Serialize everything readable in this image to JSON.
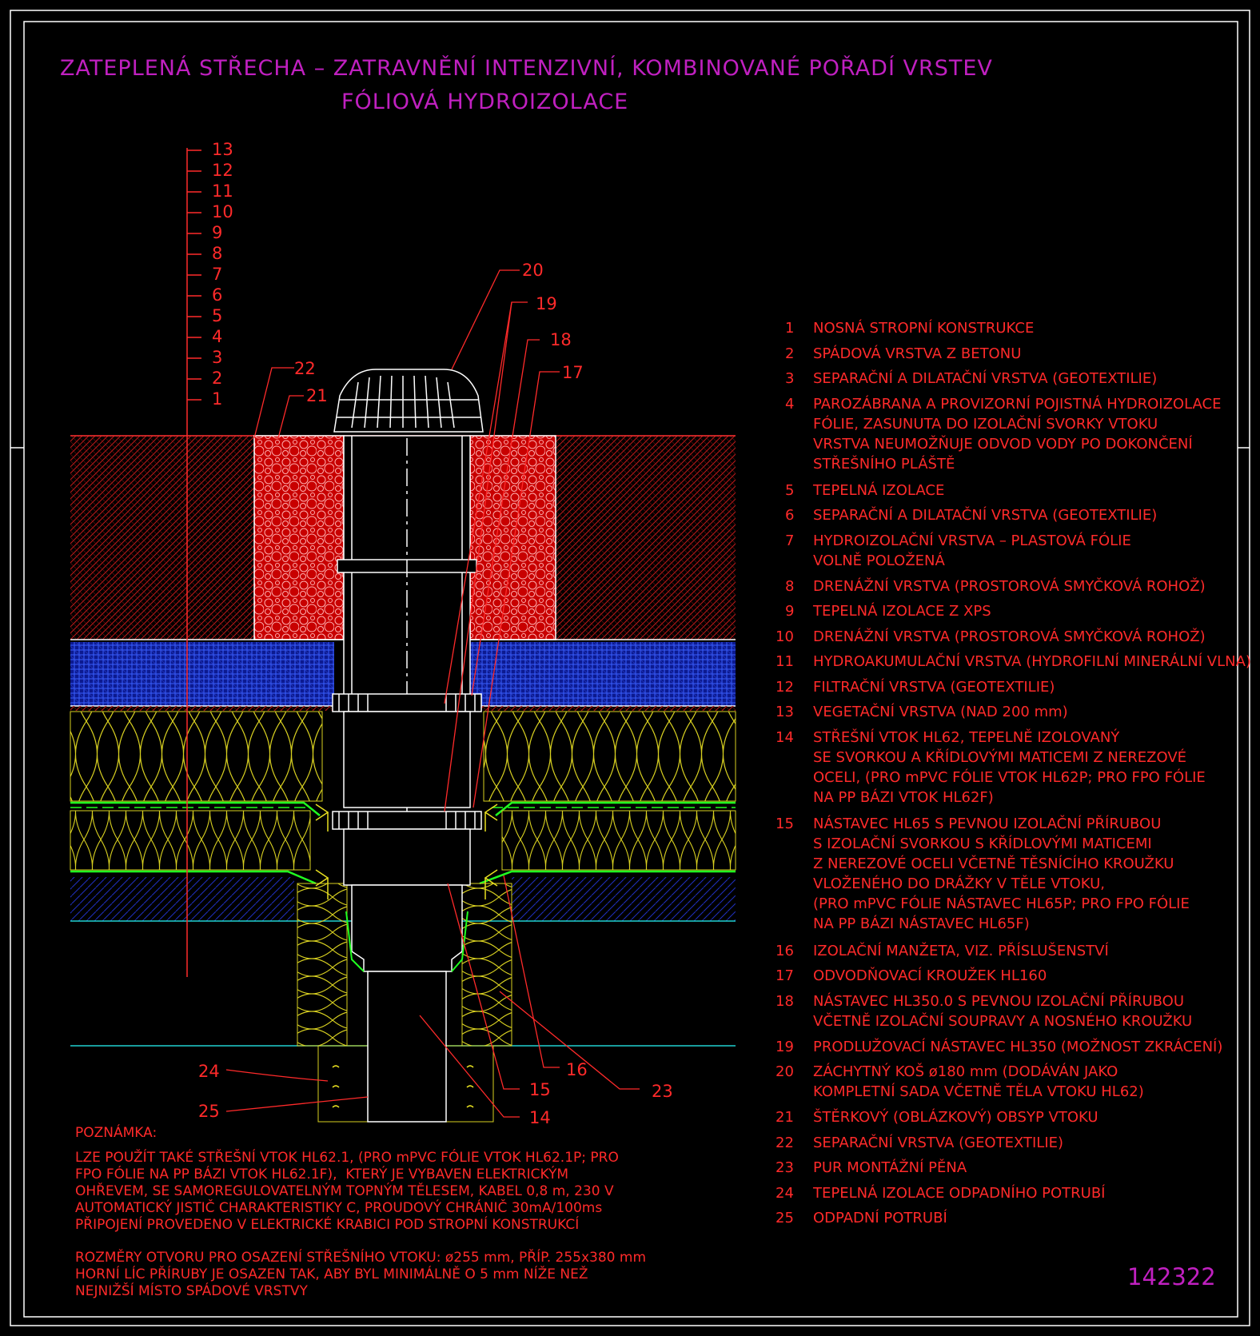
{
  "title": {
    "line1": "ZATEPLENÁ STŘECHA – ZATRAVNĚNÍ INTENZIVNÍ, KOMBINOVANÉ POŘADÍ VRSTEV",
    "line2": "FÓLIOVÁ HYDROIZOLACE"
  },
  "layer_ticks": [
    "13",
    "12",
    "11",
    "10",
    "9",
    "8",
    "7",
    "6",
    "5",
    "4",
    "3",
    "2",
    "1"
  ],
  "callouts": {
    "c20": "20",
    "c19": "19",
    "c18": "18",
    "c17": "17",
    "c22": "22",
    "c21": "21",
    "c24": "24",
    "c25": "25",
    "c16": "16",
    "c15": "15",
    "c14": "14",
    "c23": "23"
  },
  "legend": [
    {
      "num": "1",
      "text": "NOSNÁ STROPNÍ KONSTRUKCE"
    },
    {
      "num": "2",
      "text": "SPÁDOVÁ VRSTVA Z BETONU"
    },
    {
      "num": "3",
      "text": "SEPARAČNÍ A DILATAČNÍ VRSTVA (GEOTEXTILIE)"
    },
    {
      "num": "4",
      "text": "PAROZÁBRANA A PROVIZORNÍ POJISTNÁ HYDROIZOLACE\nFÓLIE, ZASUNUTA DO IZOLAČNÍ SVORKY VTOKU\nVRSTVA NEUMOŽŇUJE ODVOD VODY PO DOKONČENÍ\nSTŘEŠNÍHO PLÁŠTĚ"
    },
    {
      "num": "5",
      "text": "TEPELNÁ IZOLACE"
    },
    {
      "num": "6",
      "text": "SEPARAČNÍ A DILATAČNÍ VRSTVA (GEOTEXTILIE)"
    },
    {
      "num": "7",
      "text": "HYDROIZOLAČNÍ VRSTVA – PLASTOVÁ FÓLIE\nVOLNĚ POLOŽENÁ"
    },
    {
      "num": "8",
      "text": "DRENÁŽNÍ VRSTVA (PROSTOROVÁ SMYČKOVÁ ROHOŽ)"
    },
    {
      "num": "9",
      "text": "TEPELNÁ IZOLACE Z XPS"
    },
    {
      "num": "10",
      "text": "DRENÁŽNÍ VRSTVA (PROSTOROVÁ SMYČKOVÁ ROHOŽ)"
    },
    {
      "num": "11",
      "text": "HYDROAKUMULAČNÍ VRSTVA (HYDROFILNÍ MINERÁLNÍ VLNA)"
    },
    {
      "num": "12",
      "text": "FILTRAČNÍ VRSTVA (GEOTEXTILIE)"
    },
    {
      "num": "13",
      "text": "VEGETAČNÍ VRSTVA (NAD 200 mm)"
    },
    {
      "num": "14",
      "text": "STŘEŠNÍ VTOK HL62, TEPELNĚ IZOLOVANÝ\nSE SVORKOU A KŘÍDLOVÝMI MATICEMI Z NEREZOVÉ\nOCELI, (PRO mPVC FÓLIE VTOK HL62P; PRO FPO FÓLIE\nNA PP BÁZI VTOK HL62F)"
    },
    {
      "num": "15",
      "text": "NÁSTAVEC HL65 S PEVNOU IZOLAČNÍ PŘÍRUBOU\nS IZOLAČNÍ SVORKOU S KŘÍDLOVÝMI MATICEMI\nZ NEREZOVÉ OCELI VČETNĚ TĚSNÍCÍHO KROUŽKU\nVLOŽENÉHO DO DRÁŽKY V TĚLE VTOKU,\n(PRO mPVC FÓLIE NÁSTAVEC HL65P; PRO FPO FÓLIE\nNA PP BÁZI NÁSTAVEC HL65F)"
    },
    {
      "num": "16",
      "text": "IZOLAČNÍ MANŽETA, VIZ. PŘÍSLUŠENSTVÍ"
    },
    {
      "num": "17",
      "text": "ODVODŇOVACÍ KROUŽEK HL160"
    },
    {
      "num": "18",
      "text": "NÁSTAVEC HL350.0 S PEVNOU IZOLAČNÍ PŘÍRUBOU\nVČETNĚ IZOLAČNÍ SOUPRAVY A NOSNÉHO KROUŽKU"
    },
    {
      "num": "19",
      "text": "PRODLUŽOVACÍ NÁSTAVEC HL350 (MOŽNOST ZKRÁCENÍ)"
    },
    {
      "num": "20",
      "text": "ZÁCHYTNÝ KOŠ ø180 mm (DODÁVÁN JAKO\nKOMPLETNÍ SADA VČETNĚ TĚLA VTOKU HL62)"
    },
    {
      "num": "21",
      "text": "ŠTĚRKOVÝ (OBLÁZKOVÝ) OBSYP VTOKU"
    },
    {
      "num": "22",
      "text": "SEPARAČNÍ VRSTVA (GEOTEXTILIE)"
    },
    {
      "num": "23",
      "text": "PUR MONTÁŽNÍ PĚNA"
    },
    {
      "num": "24",
      "text": "TEPELNÁ IZOLACE ODPADNÍHO POTRUBÍ"
    },
    {
      "num": "25",
      "text": "ODPADNÍ POTRUBÍ"
    }
  ],
  "note": {
    "heading": "POZNÁMKA:",
    "para1": "LZE POUŽÍT TAKÉ STŘEŠNÍ VTOK HL62.1, (PRO mPVC FÓLIE VTOK HL62.1P; PRO\nFPO FÓLIE NA PP BÁZI VTOK HL62.1F),  KTERÝ JE VYBAVEN ELEKTRICKÝM\nOHŘEVEM, SE SAMOREGULOVATELNÝM TOPNÝM TĚLESEM, KABEL 0,8 m, 230 V\nAUTOMATICKÝ JISTIČ CHARAKTERISTIKY C, PROUDOVÝ CHRÁNIČ 30mA/100ms\nPŘIPOJENÍ PROVEDENO V ELEKTRICKÉ KRABICI POD STROPNÍ KONSTRUKCÍ",
    "para2": "ROZMĚRY OTVORU PRO OSAZENÍ STŘEŠNÍHO VTOKU: ø255 mm, PŘÍP. 255x380 mm\nHORNÍ LÍC PŘÍRUBY JE OSAZEN TAK, ABY BYL MINIMÁLNĚ O 5 mm NÍŽE NEŽ\nNEJNIŽŠÍ MÍSTO SPÁDOVÉ VRSTVY"
  },
  "drawing_number": "142322",
  "colors": {
    "title": "#c020c0",
    "text": "#ff2a2a",
    "frame": "#ffffff",
    "soil": "#ff2020",
    "gravel": "#ff4040",
    "drain_blue": "#1a2ad0",
    "insulation": "#e8e020",
    "membrane": "#20ff20",
    "concrete": "#3050ff",
    "pipe": "#ffffff",
    "cyan": "#20d0d0"
  }
}
